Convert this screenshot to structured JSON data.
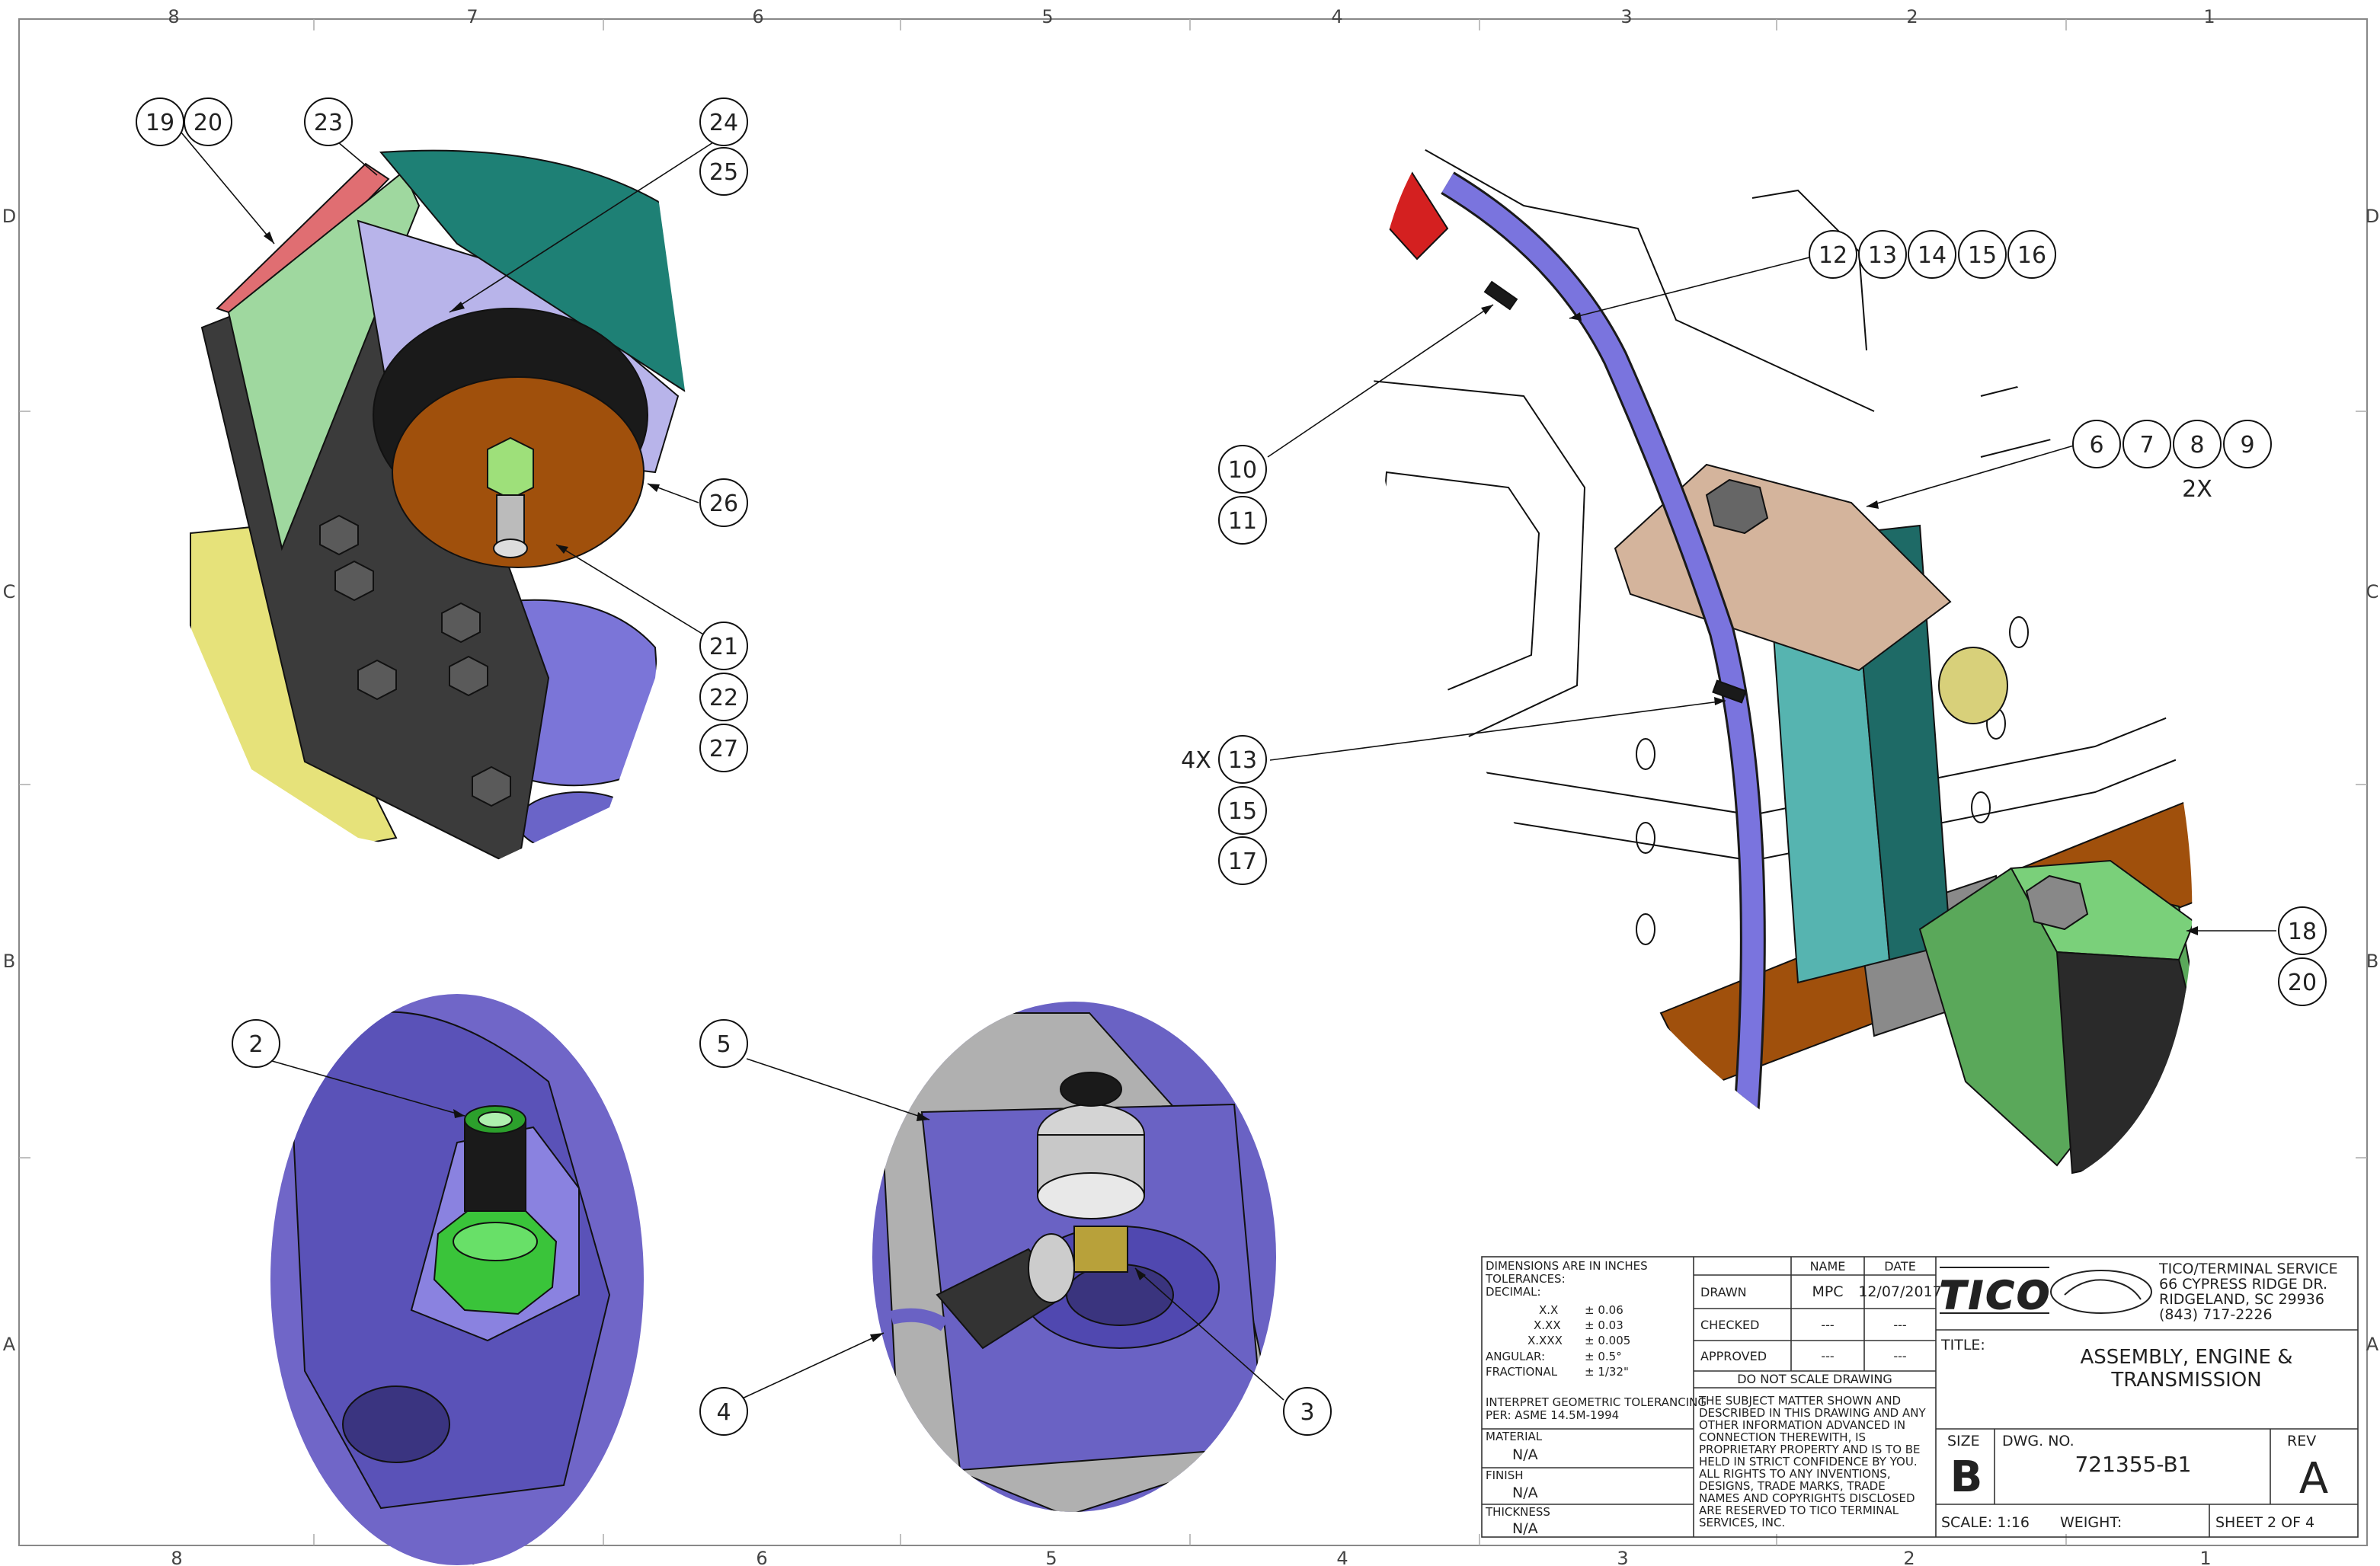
{
  "zones": {
    "columns": [
      "8",
      "7",
      "6",
      "5",
      "4",
      "3",
      "2",
      "1"
    ],
    "rows": [
      "D",
      "C",
      "B",
      "A"
    ]
  },
  "balloons": {
    "b19": "19",
    "b20": "20",
    "b23": "23",
    "b24": "24",
    "b25": "25",
    "b26": "26",
    "b21": "21",
    "b22": "22",
    "b27": "27",
    "b2": "2",
    "b5": "5",
    "b4": "4",
    "b3": "3",
    "b12": "12",
    "b13": "13",
    "b14": "14",
    "b15": "15",
    "b16": "16",
    "b10": "10",
    "b11": "11",
    "b6": "6",
    "b7": "7",
    "b8": "8",
    "b9": "9",
    "b13b": "13",
    "b15b": "15",
    "b17": "17",
    "b18": "18",
    "b20b": "20"
  },
  "multipliers": {
    "x2": "2X",
    "x4": "4X"
  },
  "title_block": {
    "dims_line1": "DIMENSIONS ARE IN INCHES",
    "dims_line2": "TOLERANCES:",
    "dims_line3": "DECIMAL:",
    "tol_xx_label": "X.X",
    "tol_xx_value": "± 0.06",
    "tol_xxx_label": "X.XX",
    "tol_xxx_value": "± 0.03",
    "tol_xxxx_label": "X.XXX",
    "tol_xxxx_value": "± 0.005",
    "angular_label": "ANGULAR:",
    "angular_value": "± 0.5°",
    "fractional_label": "FRACTIONAL",
    "fractional_value": "± 1/32\"",
    "gdt_line1": "INTERPRET GEOMETRIC TOLERANCING",
    "gdt_line2": "PER: ASME 14.5M-1994",
    "material_label": "MATERIAL",
    "material_value": "N/A",
    "finish_label": "FINISH",
    "finish_value": "N/A",
    "thickness_label": "THICKNESS",
    "thickness_value": "N/A",
    "name_header": "NAME",
    "date_header": "DATE",
    "drawn_label": "DRAWN",
    "drawn_name": "MPC",
    "drawn_date": "12/07/2017",
    "checked_label": "CHECKED",
    "checked_name": "---",
    "checked_date": "---",
    "approved_label": "APPROVED",
    "approved_name": "---",
    "approved_date": "---",
    "do_not_scale": "DO NOT SCALE DRAWING",
    "notice_lines": [
      "THE SUBJECT MATTER SHOWN AND",
      "DESCRIBED IN THIS DRAWING AND ANY",
      "OTHER INFORMATION ADVANCED IN",
      "CONNECTION THEREWITH, IS",
      "PROPRIETARY PROPERTY AND IS TO BE",
      "HELD IN STRICT CONFIDENCE BY YOU.",
      "ALL RIGHTS TO ANY INVENTIONS,",
      "DESIGNS, TRADE MARKS, TRADE",
      "NAMES AND COPYRIGHTS DISCLOSED",
      "ARE RESERVED TO TICO TERMINAL",
      "SERVICES, INC."
    ],
    "logo_text": "TICO",
    "company_line1": "TICO/TERMINAL SERVICE",
    "company_line2": "66 CYPRESS RIDGE DR.",
    "company_line3": "RIDGELAND, SC 29936",
    "company_line4": "(843) 717-2226",
    "title_label": "TITLE:",
    "title_line1": "ASSEMBLY, ENGINE &",
    "title_line2": "TRANSMISSION",
    "size_label": "SIZE",
    "size_value": "B",
    "dwg_label": "DWG.  NO.",
    "dwg_value": "721355-B1",
    "rev_label": "REV",
    "rev_value": "A",
    "scale_text": "SCALE: 1:16",
    "weight_text": "WEIGHT:",
    "sheet_text": "SHEET 2 OF 4"
  }
}
